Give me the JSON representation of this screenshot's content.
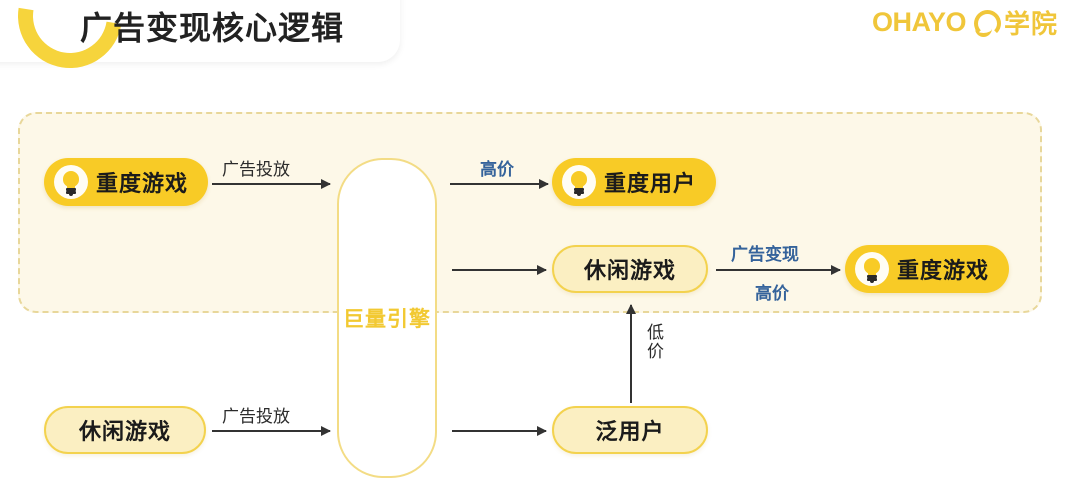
{
  "header": {
    "title": "广告变现核心逻辑",
    "logo_mark": "OHAYO",
    "logo_cn": "学院"
  },
  "engine": {
    "label": "巨量引擎"
  },
  "nodes": {
    "heavy_game_left": "重度游戏",
    "heavy_user": "重度用户",
    "casual_game_mid": "休闲游戏",
    "heavy_game_right": "重度游戏",
    "casual_game_bottom": "休闲游戏",
    "general_user": "泛用户"
  },
  "labels": {
    "ad_delivery_top": "广告投放",
    "high_price_top": "高价",
    "ad_monetize": "广告变现",
    "high_price_right": "高价",
    "low_price": "低价",
    "ad_delivery_bottom": "广告投放"
  },
  "colors": {
    "brand_yellow": "#f8cb26",
    "logo_gold": "#f0c63a",
    "region_fill": "#fdf8e8",
    "region_border": "#e8d79a",
    "pill_fill": "#fbefc2",
    "pill_border": "#f3d24e",
    "label_blue": "#35639b",
    "arrow_dark": "#333333",
    "engine_text": "#f2c932"
  }
}
